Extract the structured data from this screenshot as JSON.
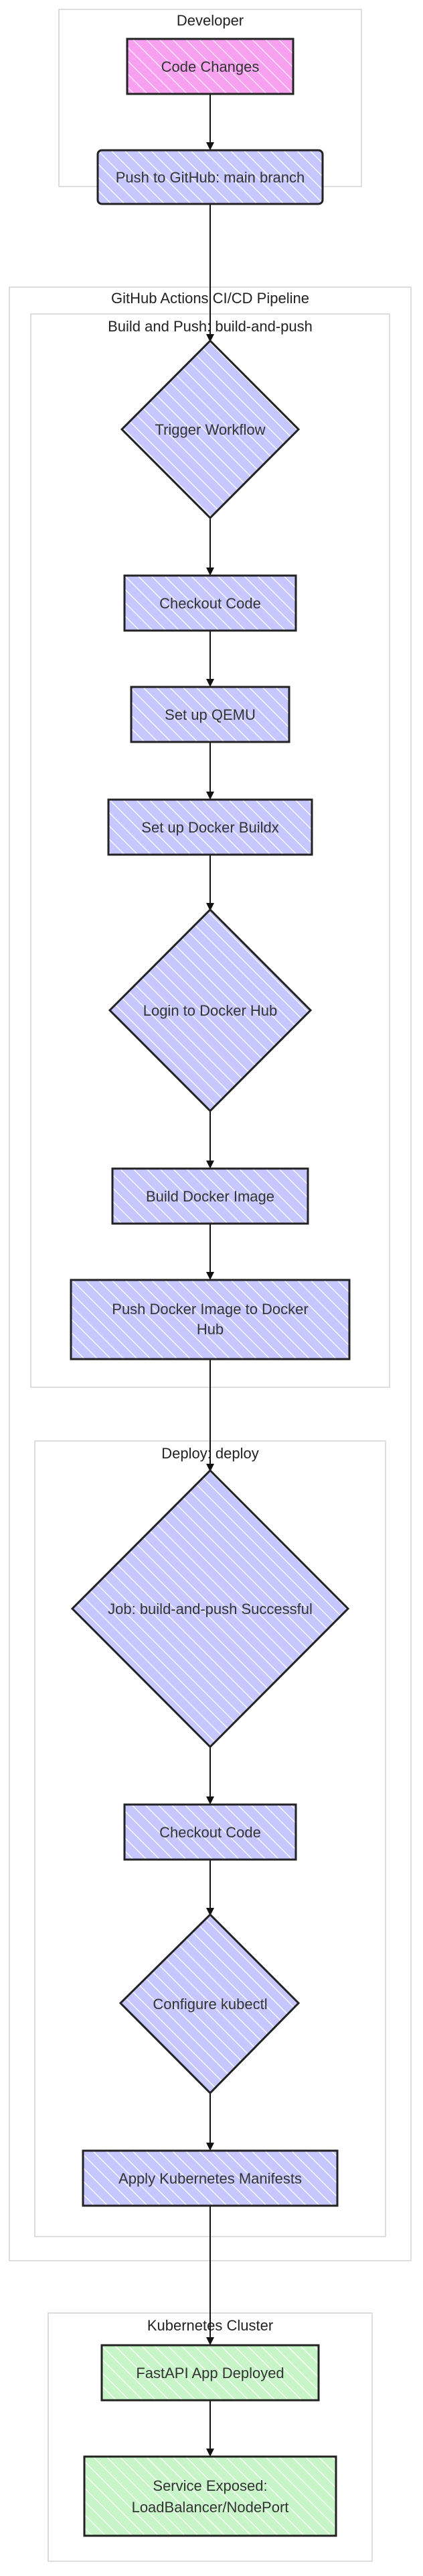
{
  "colors": {
    "default_fill": "#c7c7ff",
    "start_fill": "#f7a0f0",
    "deployed_fill": "#c8f5c8",
    "node_stroke": "#222222",
    "group_stroke": "#d4d4d4",
    "edge": "#111111"
  },
  "groups": {
    "developer": {
      "label": "Developer"
    },
    "pipeline": {
      "label": "GitHub Actions CI/CD Pipeline"
    },
    "build_push": {
      "label": "Build and Push: build-and-push"
    },
    "deploy": {
      "label": "Deploy: deploy"
    },
    "kubernetes": {
      "label": "Kubernetes Cluster"
    }
  },
  "nodes": {
    "code_changes": {
      "label": "Code Changes"
    },
    "push_github": {
      "label": "Push to GitHub: main branch"
    },
    "trigger_workflow": {
      "label": "Trigger Workflow"
    },
    "checkout_code_1": {
      "label": "Checkout Code"
    },
    "setup_qemu": {
      "label": "Set up QEMU"
    },
    "setup_buildx": {
      "label": "Set up Docker Buildx"
    },
    "login_docker_hub": {
      "label": "Login to Docker Hub"
    },
    "build_image": {
      "label": "Build Docker Image"
    },
    "push_image": {
      "label": "Push Docker Image to Docker Hub",
      "lines": [
        "Push Docker Image to Docker",
        "Hub"
      ]
    },
    "job_success": {
      "label": "Job: build-and-push Successful"
    },
    "checkout_code_2": {
      "label": "Checkout Code"
    },
    "configure_kubectl": {
      "label": "Configure kubectl"
    },
    "apply_manifests": {
      "label": "Apply Kubernetes Manifests"
    },
    "fastapi_deployed": {
      "label": "FastAPI App Deployed"
    },
    "service_exposed": {
      "label": "Service Exposed: LoadBalancer/NodePort",
      "lines": [
        "Service Exposed:",
        "LoadBalancer/NodePort"
      ]
    }
  }
}
